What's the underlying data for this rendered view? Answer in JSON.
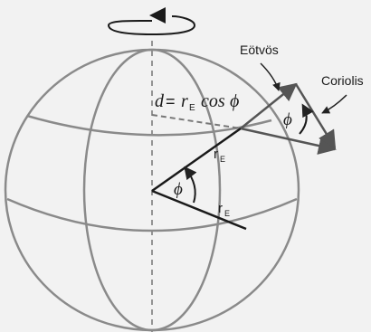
{
  "labels": {
    "eotvos": "Eötvös",
    "coriolis": "Coriolis",
    "d_formula": {
      "d": "d",
      "equals": "=",
      "r": "r",
      "r_sub": "E",
      "cos": "cos",
      "phi": "ϕ"
    },
    "radius_upper": {
      "r": "r",
      "sub": "E"
    },
    "radius_lower": {
      "r": "r",
      "sub": "E"
    },
    "angle_center": "ϕ",
    "angle_vector": "ϕ"
  },
  "colors": {
    "background": "#f2f2f2",
    "globe_line": "#8a8a8a",
    "vector": "#555555",
    "text": "#1a1a1a"
  },
  "icons": {
    "rotation": "rotation-arrow-icon"
  }
}
